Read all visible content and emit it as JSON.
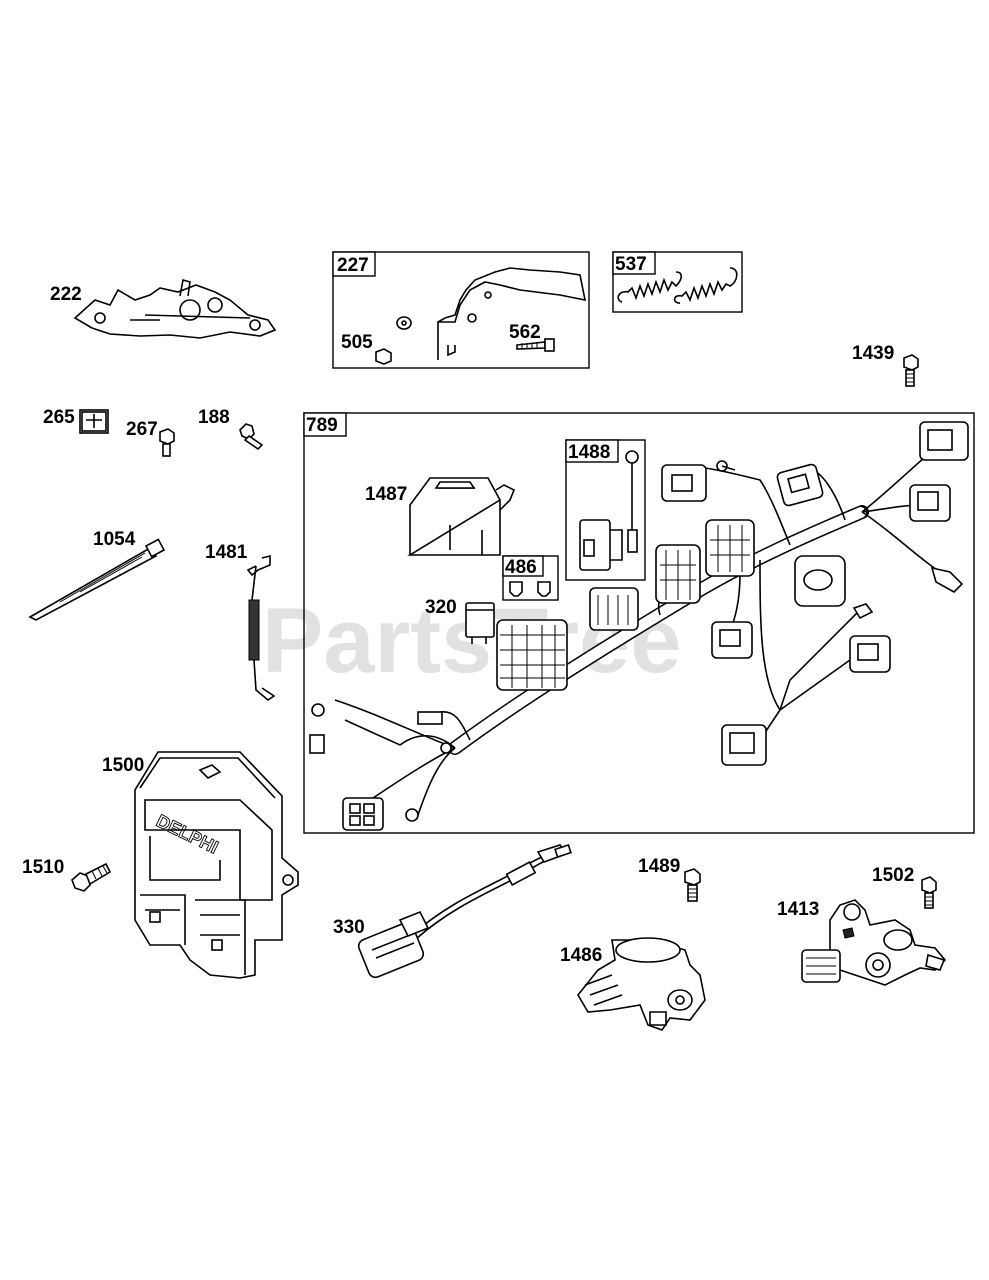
{
  "diagram": {
    "watermark": "PartsTree",
    "part_labels": [
      "222",
      "505",
      "562",
      "1439",
      "265",
      "267",
      "188",
      "1487",
      "320",
      "1054",
      "1481",
      "1500",
      "1510",
      "330",
      "1489",
      "1486",
      "1502",
      "1413"
    ],
    "group_boxes": [
      {
        "label": "227"
      },
      {
        "label": "537"
      },
      {
        "label": "789"
      },
      {
        "label": "1488"
      },
      {
        "label": "486"
      }
    ]
  }
}
